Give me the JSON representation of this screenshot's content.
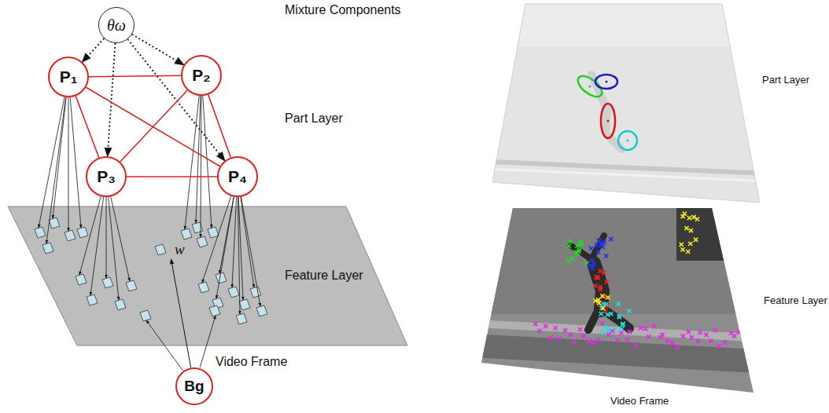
{
  "diagram": {
    "nodes": [
      {
        "text": [
          "θω"
        ]
      },
      {
        "text": [
          "P₁"
        ]
      },
      {
        "text": [
          "P₂"
        ]
      },
      {
        "text": [
          "P₃"
        ]
      },
      {
        "text": [
          "P₄"
        ]
      },
      {
        "text": [
          "w"
        ]
      },
      {
        "text": [
          "Bg"
        ]
      }
    ],
    "edges": [
      {
        "from": 0,
        "to": 1,
        "arrow": "to"
      },
      {
        "from": 0,
        "to": 2,
        "arrow": "to"
      },
      {
        "from": 0,
        "to": 3,
        "arrow": "to"
      },
      {
        "from": 0,
        "to": 4,
        "arrow": "to"
      },
      {
        "from": 1,
        "to": 2,
        "arrow": "none"
      },
      {
        "from": 1,
        "to": 3,
        "arrow": "none"
      },
      {
        "from": 1,
        "to": 4,
        "arrow": "none"
      },
      {
        "from": 2,
        "to": 3,
        "arrow": "none"
      },
      {
        "from": 2,
        "to": 4,
        "arrow": "none"
      },
      {
        "from": 3,
        "to": 4,
        "arrow": "none"
      },
      {
        "from": 6,
        "to": 5,
        "arrow": "to"
      }
    ],
    "labels": [
      "Mixture Components",
      "Part Layer",
      "Feature Layer",
      "Video Frame",
      "Part Layer",
      "Feature Layer",
      "Video Frame"
    ]
  }
}
